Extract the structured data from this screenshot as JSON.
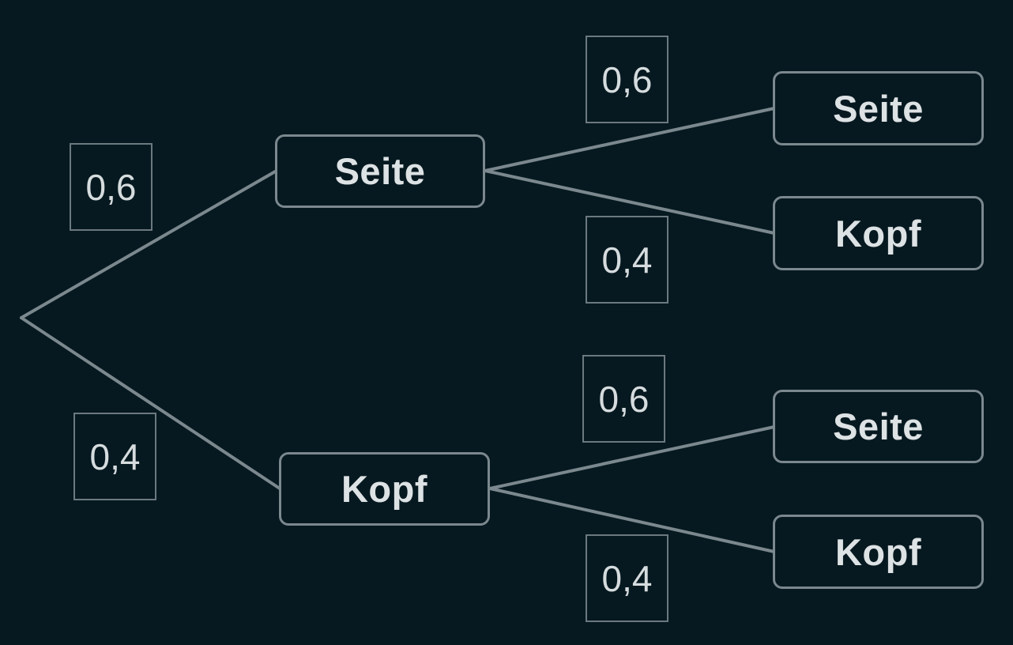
{
  "diagram": {
    "level1": [
      {
        "label": "Seite",
        "probability": "0,6"
      },
      {
        "label": "Kopf",
        "probability": "0,4"
      }
    ],
    "level2": [
      {
        "label": "Seite",
        "probability": "0,6"
      },
      {
        "label": "Kopf",
        "probability": "0,4"
      },
      {
        "label": "Seite",
        "probability": "0,6"
      },
      {
        "label": "Kopf",
        "probability": "0,4"
      }
    ]
  },
  "colors": {
    "background": "#061920",
    "line": "#7b888e",
    "text": "#dde2e4"
  }
}
